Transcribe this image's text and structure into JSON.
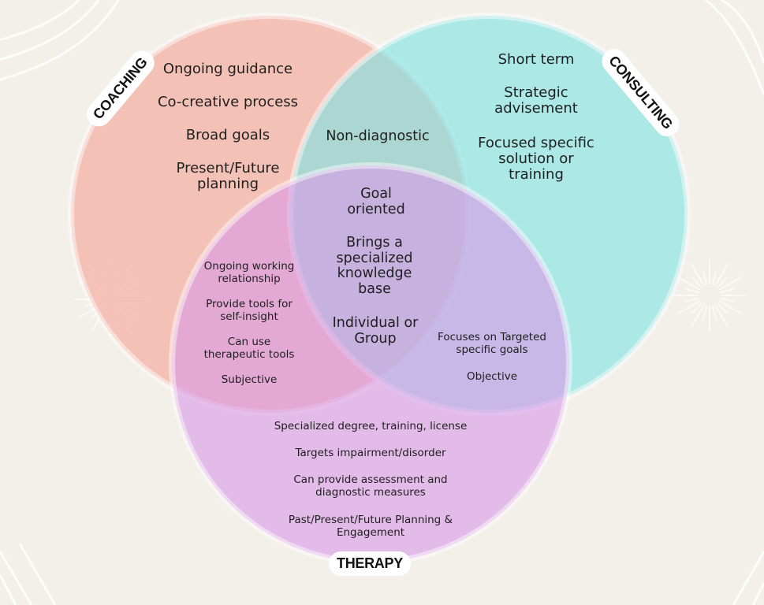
{
  "circles": {
    "coaching": {
      "label": "COACHING",
      "color": "#f4b4a8"
    },
    "consulting": {
      "label": "CONSULTING",
      "color": "#7ee4e4"
    },
    "therapy": {
      "label": "THERAPY",
      "color": "#d99be6"
    }
  },
  "coaching_only": [
    "Ongoing guidance",
    "Co-creative process",
    "Broad goals",
    "Present/Future\nplanning"
  ],
  "consulting_only": [
    "Short term",
    "Strategic\nadvisement",
    "Focused specific\nsolution or\ntraining"
  ],
  "coaching_consulting": [
    "Non-diagnostic"
  ],
  "all_three": [
    "Goal\noriented",
    "Brings a\nspecialized\nknowledge\nbase",
    "Individual or\nGroup"
  ],
  "coaching_therapy": [
    "Ongoing working\nrelationship",
    "Provide tools for\nself-insight",
    "Can use\ntherapeutic tools",
    "Subjective"
  ],
  "consulting_therapy": [
    "Focuses on Targeted\nspecific goals",
    "Objective"
  ],
  "therapy_only": [
    "Specialized degree, training,  license",
    "Targets impairment/disorder",
    "Can provide assessment and\ndiagnostic measures",
    "Past/Present/Future Planning &\nEngagement"
  ]
}
